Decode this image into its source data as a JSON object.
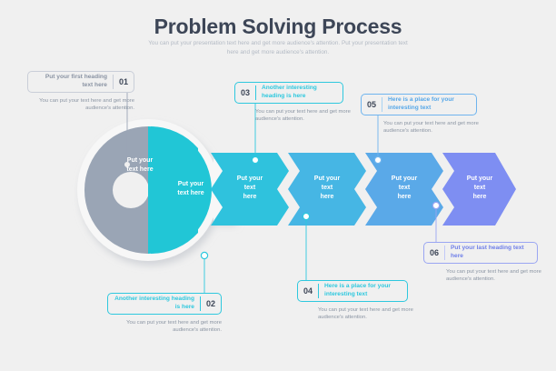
{
  "header": {
    "title": "Problem Solving Process",
    "subtitle": "You can put your presentation text here and get more audience's attention. Put your presentation text here and get more audience's attention."
  },
  "colors": {
    "background": "#f0f0f0",
    "title": "#3d4657",
    "subtitle": "#b3bac4",
    "body_text": "#8b95a3",
    "gray": "#9aa5b5",
    "cyan_dark": "#21c6d6",
    "cyan": "#2ec8de",
    "cyan_mid": "#3dbde0",
    "blue_light": "#52b2e6",
    "blue": "#5fa8e8",
    "indigo": "#7e8ef2",
    "connector": "#9aa5b5",
    "segment_label": "#ffffff"
  },
  "key": {
    "head_left_label": "Put your\ntext here",
    "head_right_label": "Put your\ntext here",
    "segments": [
      {
        "id": "seg-head-left",
        "label_line1": "Put your",
        "label_line2": "text here",
        "label_line3": "",
        "color": "#9aa5b5"
      },
      {
        "id": "seg-head-right",
        "label_line1": "Put your",
        "label_line2": "text here",
        "label_line3": "",
        "color": "#21c6d6"
      },
      {
        "id": "seg-3",
        "label_line1": "Put your",
        "label_line2": "text",
        "label_line3": "here",
        "color": "#2fc2dd"
      },
      {
        "id": "seg-4",
        "label_line1": "Put your",
        "label_line2": "text",
        "label_line3": "here",
        "color": "#46b6e4"
      },
      {
        "id": "seg-5",
        "label_line1": "Put your",
        "label_line2": "text",
        "label_line3": "here",
        "color": "#5aa9e8"
      },
      {
        "id": "seg-6",
        "label_line1": "Put your",
        "label_line2": "text",
        "label_line3": "here",
        "color": "#7e8ef2"
      }
    ]
  },
  "callouts": [
    {
      "number": "01",
      "heading": "Put your first heading text here",
      "body": "You can put your text here and get more audience's attention.",
      "variant": "gray",
      "align": "right",
      "number_side": "right"
    },
    {
      "number": "02",
      "heading": "Another interesting heading is here",
      "body": "You can put your text here and get more audience's attention.",
      "variant": "cyan",
      "align": "right",
      "number_side": "right"
    },
    {
      "number": "03",
      "heading": "Another interesting heading is here",
      "body": "You can put your text here and get more audience's attention.",
      "variant": "cyan",
      "align": "left",
      "number_side": "left"
    },
    {
      "number": "04",
      "heading": "Here is a place for your interesting text",
      "body": "You can put your text here and get more audience's attention.",
      "variant": "cyan",
      "align": "left",
      "number_side": "left"
    },
    {
      "number": "05",
      "heading": "Here is a place for your interesting text",
      "body": "You can put your text here and get more audience's attention.",
      "variant": "blue",
      "align": "left",
      "number_side": "left"
    },
    {
      "number": "06",
      "heading": "Put your last heading text here",
      "body": "You can put your text here and get more audience's attention.",
      "variant": "indigo",
      "align": "left",
      "number_side": "left"
    }
  ]
}
